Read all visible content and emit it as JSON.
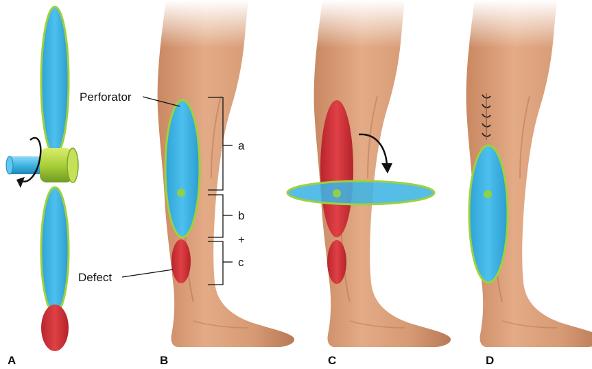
{
  "labels": {
    "perforator": "Perforator",
    "defect": "Defect",
    "segment_a": "a",
    "segment_b": "b",
    "plus": "+",
    "segment_c": "c"
  },
  "panels": [
    "A",
    "B",
    "C",
    "D"
  ],
  "colors": {
    "skin": "#d9a07a",
    "skin_shadow": "#bb7c58",
    "flap_blue": "#3fb4e4",
    "flap_outline": "#9ed13c",
    "defect_red": "#d1343a",
    "perforator_green": "#8fd14a",
    "text": "#111111"
  },
  "icons": [
    "propeller-pivot-icon",
    "rotation-arrow-icon",
    "suture-marks-icon"
  ]
}
